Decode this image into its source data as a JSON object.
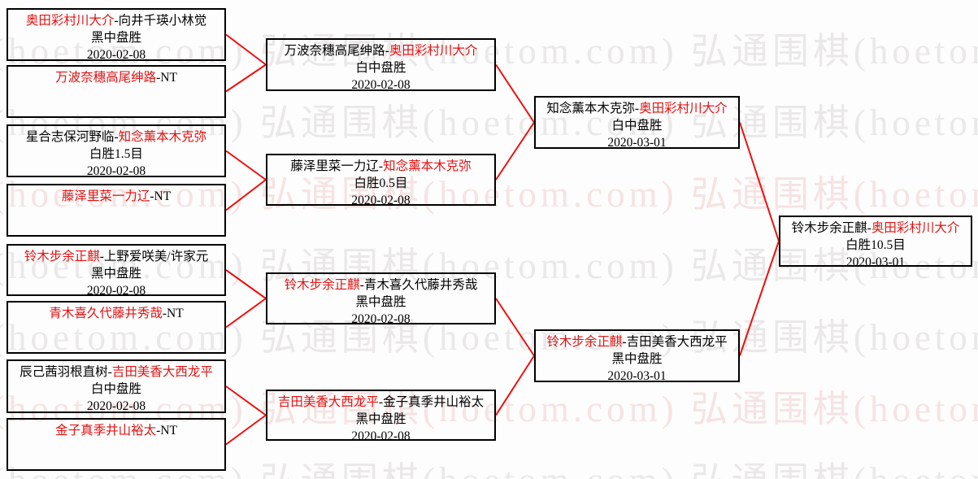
{
  "watermark": {
    "text": "弘通围棋(hoetom.com)",
    "color_gray": "#eae8e8",
    "color_pink": "#f6e3e3"
  },
  "colors": {
    "winner_red": "#e01212",
    "loser_black": "#000000",
    "connector_red": "#ee0f0f",
    "box_border": "#000000",
    "background": "#fdfdfd"
  },
  "bracket": {
    "matches": [
      {
        "id": "m1",
        "round": 1,
        "pre": "",
        "red": "奥田彩村川大介",
        "post": "-向井千瑛小林觉",
        "result": "黑中盘胜",
        "date": "2020-02-08"
      },
      {
        "id": "m2",
        "round": 1,
        "pre": "",
        "red": "万波奈穗高尾绅路",
        "post": "-NT",
        "result": "",
        "date": ""
      },
      {
        "id": "m3",
        "round": 1,
        "pre": "星合志保河野临-",
        "red": "知念薰本木克弥",
        "post": "",
        "result": "白胜1.5目",
        "date": "2020-02-08"
      },
      {
        "id": "m4",
        "round": 1,
        "pre": "",
        "red": "藤泽里菜一力辽",
        "post": "-NT",
        "result": "",
        "date": ""
      },
      {
        "id": "m5",
        "round": 1,
        "pre": "",
        "red": "铃木步余正麒",
        "post": "-上野爱咲美/许家元",
        "result": "黑中盘胜",
        "date": "2020-02-08"
      },
      {
        "id": "m6",
        "round": 1,
        "pre": "",
        "red": "青木喜久代藤井秀哉",
        "post": "-NT",
        "result": "",
        "date": ""
      },
      {
        "id": "m7",
        "round": 1,
        "pre": "辰己茜羽根直树-",
        "red": "吉田美香大西龙平",
        "post": "",
        "result": "白中盘胜",
        "date": "2020-02-08"
      },
      {
        "id": "m8",
        "round": 1,
        "pre": "",
        "red": "金子真季井山裕太",
        "post": "-NT",
        "result": "",
        "date": ""
      },
      {
        "id": "q1",
        "round": 2,
        "pre": "万波奈穗高尾绅路-",
        "red": "奥田彩村川大介",
        "post": "",
        "result": "白中盘胜",
        "date": "2020-02-08"
      },
      {
        "id": "q2",
        "round": 2,
        "pre": "藤泽里菜一力辽-",
        "red": "知念薰本木克弥",
        "post": "",
        "result": "白胜0.5目",
        "date": "2020-02-08"
      },
      {
        "id": "q3",
        "round": 2,
        "pre": "",
        "red": "铃木步余正麒",
        "post": "-青木喜久代藤井秀哉",
        "result": "黑中盘胜",
        "date": "2020-02-08"
      },
      {
        "id": "q4",
        "round": 2,
        "pre": "",
        "red": "吉田美香大西龙平",
        "post": "-金子真季井山裕太",
        "result": "黑中盘胜",
        "date": "2020-02-08"
      },
      {
        "id": "s1",
        "round": 3,
        "pre": "知念薰本木克弥-",
        "red": "奥田彩村川大介",
        "post": "",
        "result": "白中盘胜",
        "date": "2020-03-01"
      },
      {
        "id": "s2",
        "round": 3,
        "pre": "",
        "red": "铃木步余正麒",
        "post": "-吉田美香大西龙平",
        "result": "黑中盘胜",
        "date": "2020-03-01"
      },
      {
        "id": "f1",
        "round": 4,
        "pre": "铃木步余正麒-",
        "red": "奥田彩村川大介",
        "post": "",
        "result": "白胜10.5目",
        "date": "2020-03-01"
      }
    ]
  }
}
